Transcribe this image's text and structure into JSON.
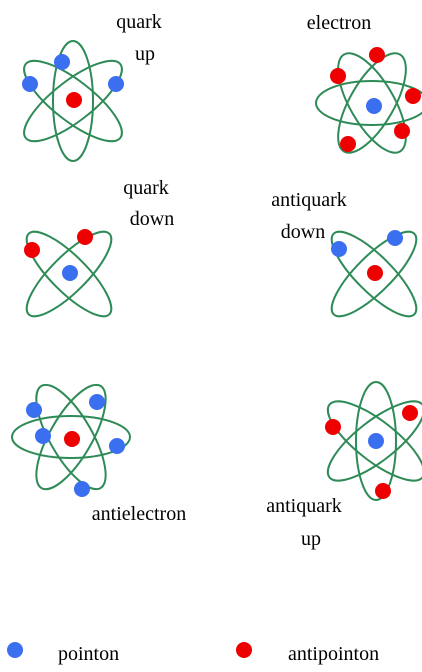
{
  "colors": {
    "orbit": "#2e8b57",
    "pointon": "#3a6ff0",
    "antipointon": "#ee0000",
    "text": "#000000",
    "background": "#ffffff"
  },
  "diagrams": [
    {
      "id": "quark-up",
      "label_lines": [
        "quark",
        "up"
      ],
      "orbit_count": 3,
      "nucleus": "antipointon",
      "electrons": [
        "pointon",
        "pointon",
        "pointon"
      ]
    },
    {
      "id": "electron",
      "label_lines": [
        "electron"
      ],
      "orbit_count": 3,
      "nucleus": "pointon",
      "electrons": [
        "antipointon",
        "antipointon",
        "antipointon",
        "antipointon",
        "antipointon"
      ]
    },
    {
      "id": "quark-down",
      "label_lines": [
        "quark",
        "down"
      ],
      "orbit_count": 2,
      "nucleus": "pointon",
      "electrons": [
        "antipointon",
        "antipointon"
      ]
    },
    {
      "id": "antiquark-down",
      "label_lines": [
        "antiquark",
        "down"
      ],
      "orbit_count": 2,
      "nucleus": "antipointon",
      "electrons": [
        "pointon",
        "pointon"
      ]
    },
    {
      "id": "antielectron",
      "label_lines": [
        "antielectron"
      ],
      "orbit_count": 3,
      "nucleus": "antipointon",
      "electrons": [
        "pointon",
        "pointon",
        "pointon",
        "pointon",
        "pointon"
      ]
    },
    {
      "id": "antiquark-up",
      "label_lines": [
        "antiquark",
        "up"
      ],
      "orbit_count": 3,
      "nucleus": "pointon",
      "electrons": [
        "antipointon",
        "antipointon",
        "antipointon"
      ]
    }
  ],
  "legend": [
    {
      "type": "pointon",
      "label": "pointon"
    },
    {
      "type": "antipointon",
      "label": "antipointon"
    }
  ]
}
